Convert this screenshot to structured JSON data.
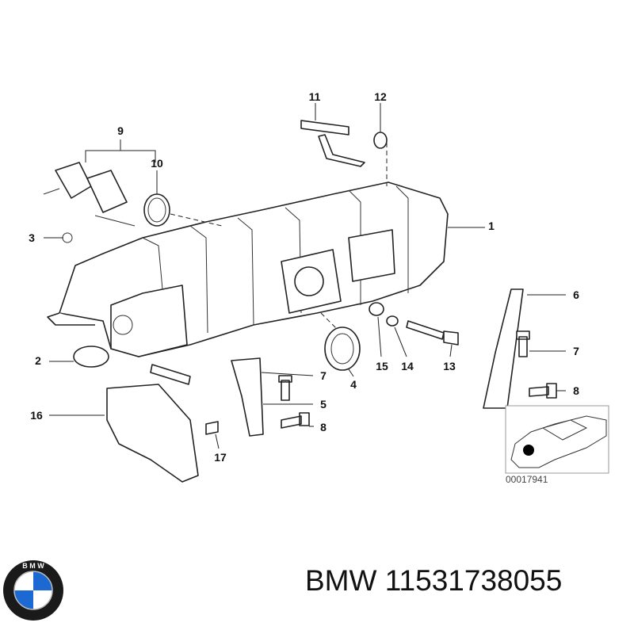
{
  "diagram": {
    "callouts": [
      "1",
      "2",
      "3",
      "4",
      "5",
      "6",
      "7",
      "7",
      "8",
      "8",
      "9",
      "10",
      "11",
      "12",
      "13",
      "14",
      "15",
      "16",
      "17"
    ],
    "inset_code": "00017941"
  },
  "footer": {
    "brand": "BMW",
    "part_number": "11531738055",
    "logo_text": "BMW"
  }
}
